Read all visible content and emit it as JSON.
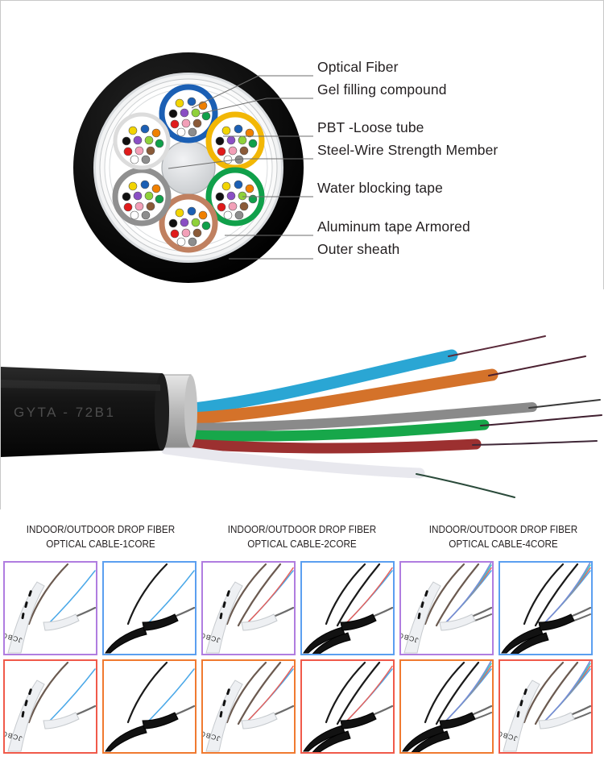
{
  "diagram": {
    "title": "GYTA fiber optic cable cross-section",
    "callouts": [
      {
        "label": "Optical Fiber",
        "target": "fiber-in-tube"
      },
      {
        "label": "Gel filling compound",
        "target": "tube-gel"
      },
      {
        "label": "PBT -Loose tube",
        "target": "loose-tube-wall"
      },
      {
        "label": "Steel-Wire Strength Member",
        "target": "central-member"
      },
      {
        "label": "Water blocking tape",
        "target": "water-blocking-tape"
      },
      {
        "label": "Aluminum tape Armored",
        "target": "aluminum-tape"
      },
      {
        "label": "Outer sheath",
        "target": "outer-sheath"
      }
    ],
    "tube_colors": [
      "#1b5fb4",
      "#f2b705",
      "#10a04a",
      "#c08060",
      "#909090",
      "#ffffff"
    ],
    "tube_count": 6,
    "fibers_per_tube": 12,
    "fiber_colors": [
      "#1b5fb4",
      "#f08000",
      "#10a04a",
      "#8a5a38",
      "#8d8d8d",
      "#ffffff",
      "#e01b1b",
      "#101010",
      "#f2d402",
      "#8a4fc4",
      "#f2a0b8",
      "#6fd8e0"
    ],
    "central_member_color": "#d8dadc",
    "sheath_color": "#0d0d0d"
  },
  "photo": {
    "marking": "GYTA - 72B1",
    "sheath_color": "#141414",
    "tube_colors": [
      "#2aa6d4",
      "#d4722a",
      "#8a8a8a",
      "#17a74a",
      "#9c3030",
      "#e8e8ee"
    ]
  },
  "catalog": {
    "headers": [
      {
        "line1": "INDOOR/OUTDOOR DROP FIBER",
        "line2": "OPTICAL CABLE-1CORE"
      },
      {
        "line1": "INDOOR/OUTDOOR DROP FIBER",
        "line2": "OPTICAL CABLE-2CORE"
      },
      {
        "line1": "INDOOR/OUTDOOR DROP FIBER",
        "line2": "OPTICAL CABLE-4CORE"
      }
    ],
    "border_colors": {
      "purple": "#b07de0",
      "blue": "#5b9ff0",
      "red": "#f05a4a",
      "orange": "#f07a30"
    },
    "thumbnails": [
      {
        "id": "drop-1core-white",
        "border": "#b07de0",
        "jacket": "white",
        "cores": 1,
        "branding": "JCBO"
      },
      {
        "id": "drop-1core-black",
        "border": "#5b9ff0",
        "jacket": "black",
        "cores": 1,
        "branding": ""
      },
      {
        "id": "drop-2core-white",
        "border": "#b07de0",
        "jacket": "white",
        "cores": 2,
        "branding": "JCBO"
      },
      {
        "id": "drop-2core-black",
        "border": "#5b9ff0",
        "jacket": "black",
        "cores": 2,
        "branding": ""
      },
      {
        "id": "drop-4core-white",
        "border": "#b07de0",
        "jacket": "white",
        "cores": 4,
        "branding": "JCBO"
      },
      {
        "id": "drop-4core-black",
        "border": "#5b9ff0",
        "jacket": "black",
        "cores": 4,
        "branding": ""
      },
      {
        "id": "drop-1core-white-red",
        "border": "#f05a4a",
        "jacket": "white",
        "cores": 1,
        "branding": "JCBO"
      },
      {
        "id": "drop-1core-black-orange",
        "border": "#f07a30",
        "jacket": "black",
        "cores": 1,
        "branding": ""
      },
      {
        "id": "drop-2core-white-orange",
        "border": "#f07a30",
        "jacket": "white",
        "cores": 2,
        "branding": "JCBO"
      },
      {
        "id": "drop-2core-black-red",
        "border": "#f05a4a",
        "jacket": "black",
        "cores": 2,
        "branding": ""
      },
      {
        "id": "drop-4core-black-orange",
        "border": "#f07a30",
        "jacket": "black",
        "cores": 4,
        "branding": ""
      },
      {
        "id": "drop-4core-white-red",
        "border": "#f05a4a",
        "jacket": "white",
        "cores": 4,
        "branding": "JCBO"
      }
    ]
  }
}
